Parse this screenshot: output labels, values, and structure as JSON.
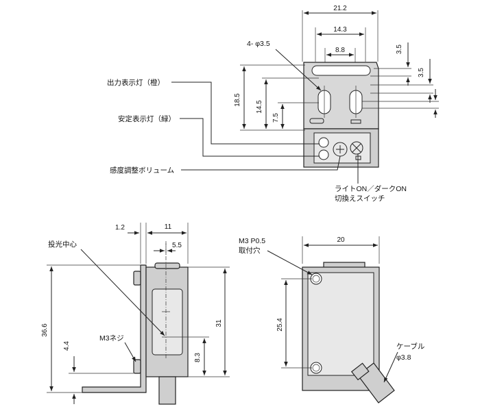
{
  "top_view": {
    "labels": {
      "holes": "4- φ3.5",
      "output_indicator": "出力表示灯（橙）",
      "stability_indicator": "安定表示灯（緑）",
      "sensitivity_volume": "感度調整ボリューム",
      "switch_line1": "ライトON／ダークON",
      "switch_line2": "切換えスイッチ"
    },
    "dimensions": {
      "width_total": "21.2",
      "hole_outer": "14.3",
      "hole_inner": "8.8",
      "right_top": "3.5",
      "right_mid": "3.5",
      "height_a": "18.5",
      "height_b": "14.5",
      "height_c": "7.5"
    }
  },
  "side_view": {
    "labels": {
      "optical_center": "投光中心",
      "m3_screw": "M3ネジ"
    },
    "dimensions": {
      "bracket": "1.2",
      "body_width": "11",
      "center_offset": "5.5",
      "total_height": "36.6",
      "bottom": "4.4",
      "right_height": "31",
      "lower_height": "8.3"
    }
  },
  "front_view": {
    "labels": {
      "mount_line1": "M3 P0.5",
      "mount_line2": "取付穴",
      "cable_line1": "ケーブル",
      "cable_line2": "φ3.8"
    },
    "dimensions": {
      "width": "20",
      "height": "25.4"
    }
  }
}
